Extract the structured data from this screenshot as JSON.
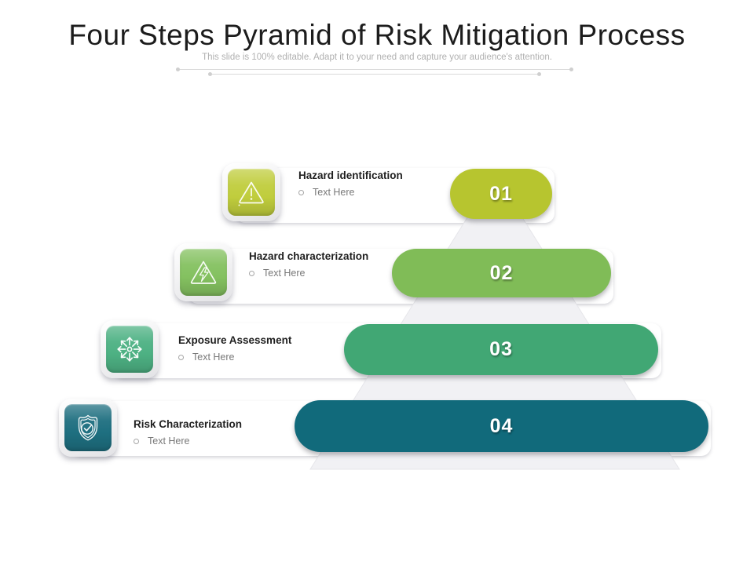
{
  "slide": {
    "title": "Four Steps Pyramid of Risk Mitigation Process",
    "subtitle": "This slide is 100% editable. Adapt it to your need and capture your audience's attention."
  },
  "pyramid": {
    "fill": "#f1f1f4",
    "stroke": "#e6e6ea"
  },
  "steps": [
    {
      "number": "01",
      "title": "Hazard identification",
      "bullet": "Text Here",
      "color": "#b7c52f",
      "icon_color": "#c0cd3d",
      "icon": "warning-triangle-icon"
    },
    {
      "number": "02",
      "title": "Hazard characterization",
      "bullet": "Text Here",
      "color": "#80bc57",
      "icon_color": "#84c160",
      "icon": "high-voltage-triangle-icon"
    },
    {
      "number": "03",
      "title": "Exposure Assessment",
      "bullet": "Text Here",
      "color": "#41a774",
      "icon_color": "#4db183",
      "icon": "radiating-arrows-icon"
    },
    {
      "number": "04",
      "title": "Risk Characterization",
      "bullet": "Text Here",
      "color": "#116a7b",
      "icon_color": "#1e6f80",
      "icon": "shield-check-icon"
    }
  ]
}
